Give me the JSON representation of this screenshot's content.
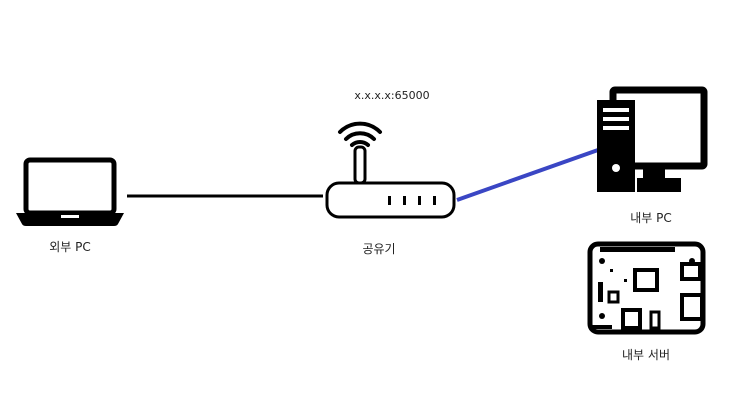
{
  "labels": {
    "router_address": "x.x.x.x:65000",
    "external_pc": "외부 PC",
    "router": "공유기",
    "internal_pc": "내부 PC",
    "internal_server": "내부 서버"
  },
  "colors": {
    "background": "#ffffff",
    "device_stroke": "#000000",
    "external_link": "#000000",
    "internal_link": "#3a46c4"
  },
  "icons": {
    "external_pc": "laptop-icon",
    "router": "wifi-router-icon",
    "internal_pc": "desktop-computer-icon",
    "internal_server": "raspberry-pi-board-icon"
  },
  "connections": [
    {
      "from": "external_pc",
      "to": "router"
    },
    {
      "from": "router",
      "to": "internal_pc"
    }
  ]
}
